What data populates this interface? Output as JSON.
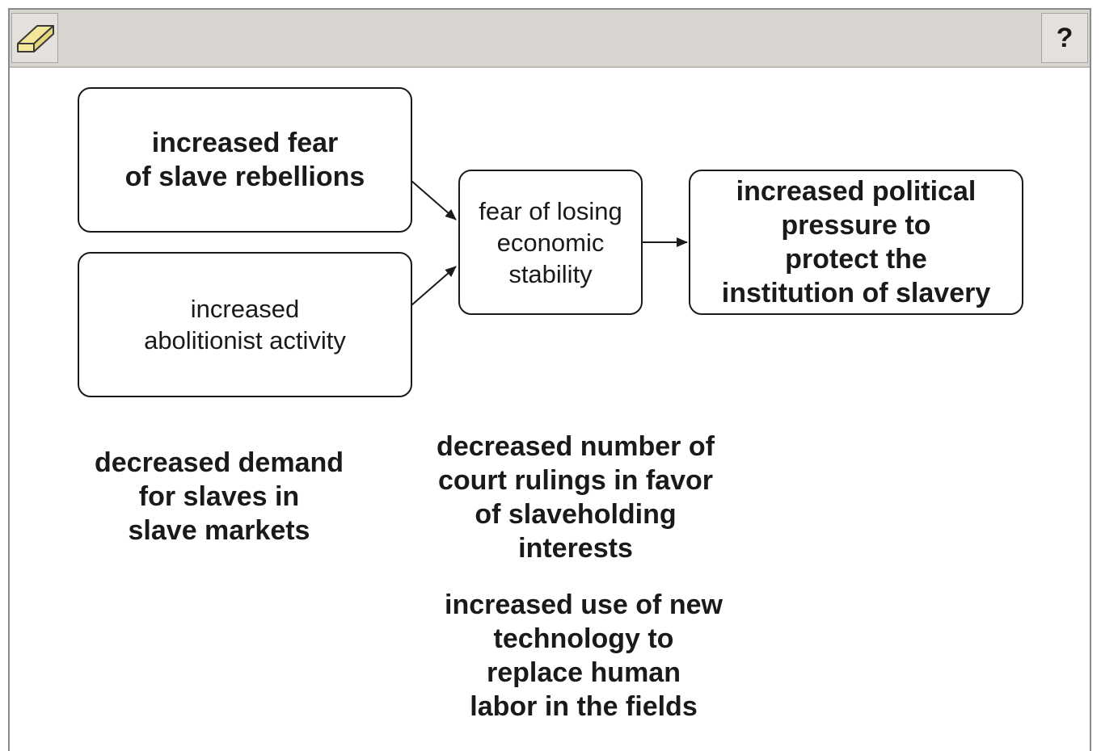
{
  "toolbar": {
    "eraser_icon": "eraser-icon",
    "help_label": "?"
  },
  "diagram": {
    "boxes": {
      "fear_rebellions": "increased fear\nof slave rebellions",
      "abolitionist": "increased\nabolitionist activity",
      "economic": "fear of losing\neconomic\nstability",
      "political": "increased political\npressure to\nprotect the\ninstitution of slavery"
    },
    "options": {
      "demand": "decreased demand\nfor slaves in\nslave markets",
      "court": "decreased number of\ncourt rulings in favor\nof slaveholding\ninterests",
      "technology": "increased use of new\ntechnology to\nreplace human\nlabor in the fields"
    }
  },
  "colors": {
    "toolbar_bg": "#d8d4cf",
    "eraser_yellow": "#f3e79a",
    "text": "#1a1a1a"
  }
}
